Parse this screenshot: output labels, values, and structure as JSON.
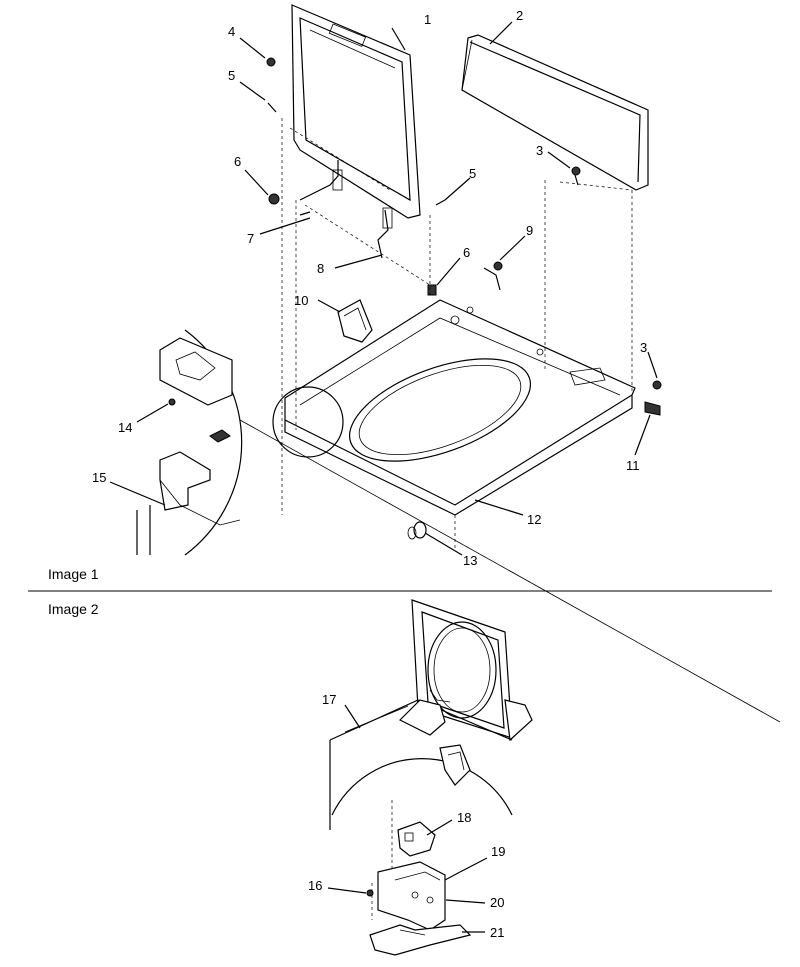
{
  "sections": [
    {
      "id": "image1",
      "label": "Image 1"
    },
    {
      "id": "image2",
      "label": "Image 2"
    }
  ],
  "callouts": [
    "1",
    "2",
    "3",
    "4",
    "5",
    "5",
    "6",
    "6",
    "7",
    "8",
    "9",
    "10",
    "3",
    "14",
    "11",
    "15",
    "12",
    "13",
    "17",
    "18",
    "19",
    "16",
    "20",
    "21"
  ]
}
